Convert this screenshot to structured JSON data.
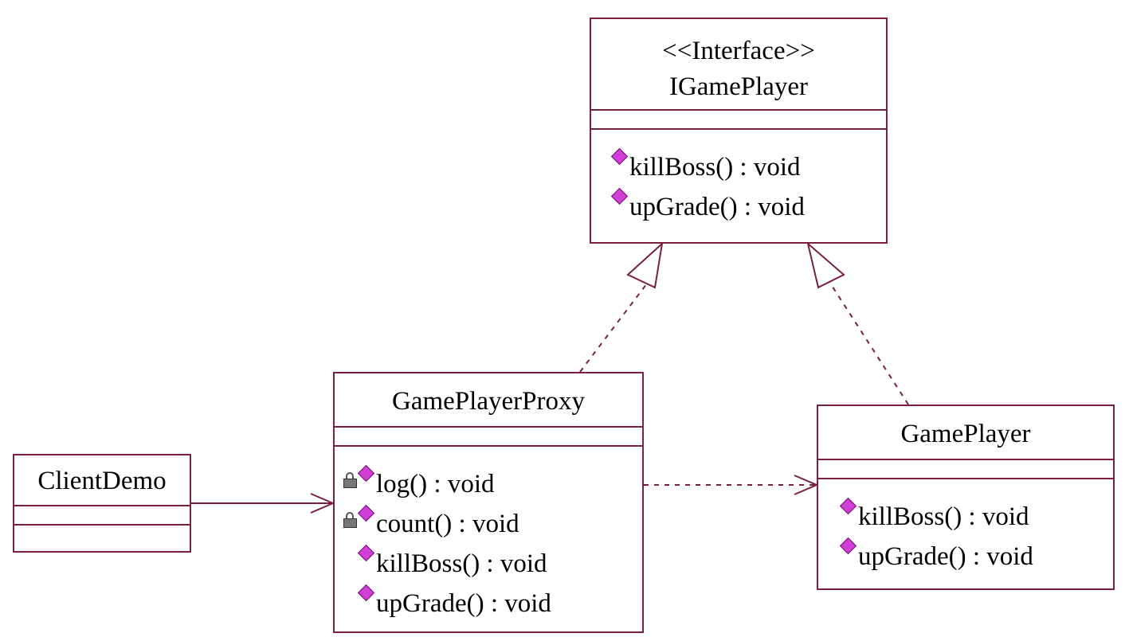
{
  "diagram": {
    "classes": {
      "igameplayer": {
        "stereotype": "<<Interface>>",
        "name": "IGamePlayer",
        "operations": [
          {
            "label": "killBoss() : void",
            "visibility": "public"
          },
          {
            "label": "upGrade() : void",
            "visibility": "public"
          }
        ]
      },
      "gameplayerproxy": {
        "name": "GamePlayerProxy",
        "operations": [
          {
            "label": "log() : void",
            "visibility": "private"
          },
          {
            "label": "count() : void",
            "visibility": "private"
          },
          {
            "label": "killBoss() : void",
            "visibility": "public"
          },
          {
            "label": "upGrade() : void",
            "visibility": "public"
          }
        ]
      },
      "gameplayer": {
        "name": "GamePlayer",
        "operations": [
          {
            "label": "killBoss() : void",
            "visibility": "public"
          },
          {
            "label": "upGrade() : void",
            "visibility": "public"
          }
        ]
      },
      "clientdemo": {
        "name": "ClientDemo",
        "operations": []
      }
    },
    "relationships": [
      {
        "type": "realization",
        "from": "GamePlayerProxy",
        "to": "IGamePlayer"
      },
      {
        "type": "realization",
        "from": "GamePlayer",
        "to": "IGamePlayer"
      },
      {
        "type": "association",
        "from": "ClientDemo",
        "to": "GamePlayerProxy"
      },
      {
        "type": "dependency",
        "from": "GamePlayerProxy",
        "to": "GamePlayer"
      }
    ],
    "colors": {
      "line": "#7a1f3d",
      "public_icon": "#d040d8",
      "private_icon": "#777777"
    },
    "icons": {
      "public": "public-operation-icon",
      "private": "private-lock-icon"
    }
  }
}
